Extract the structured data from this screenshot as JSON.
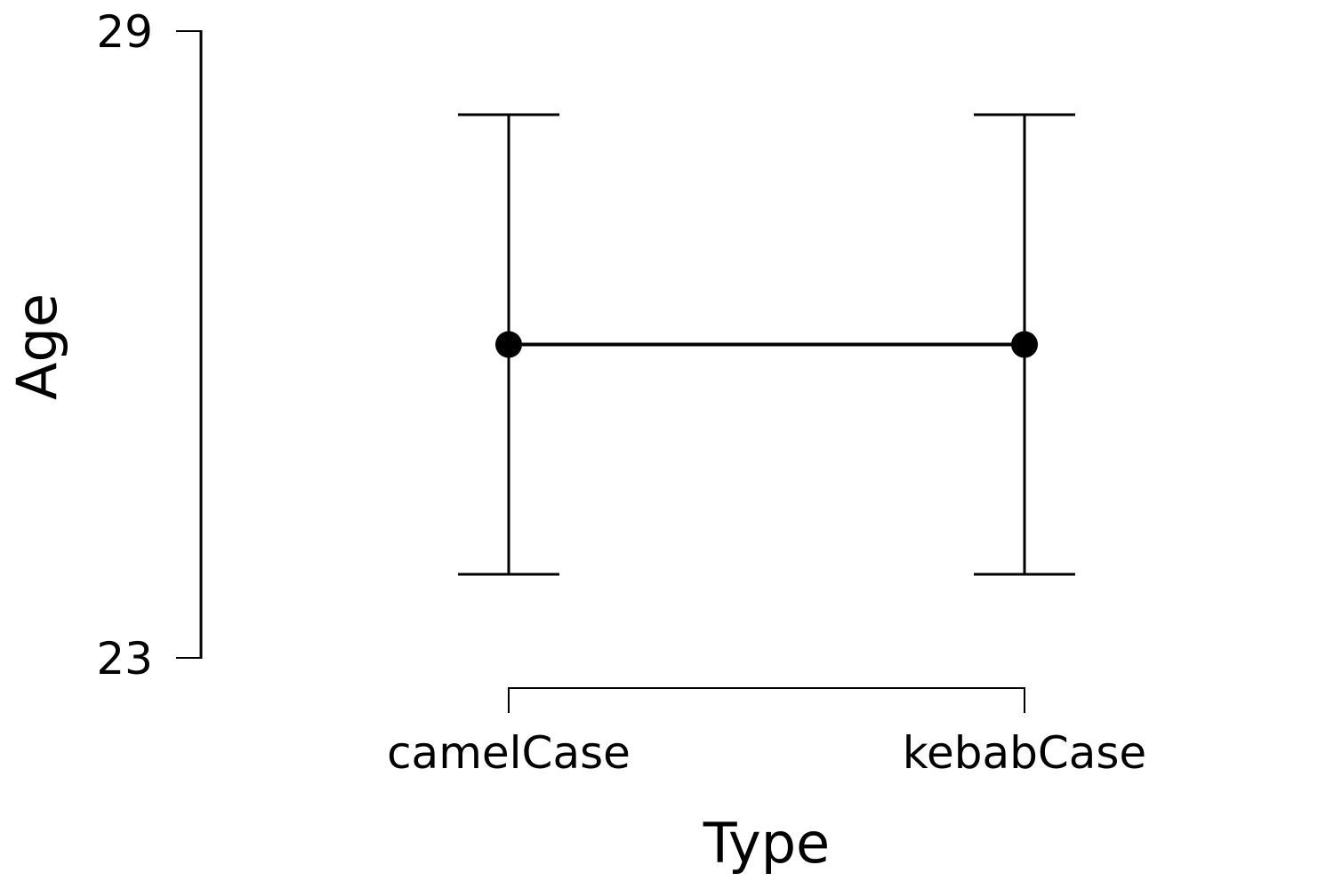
{
  "chart_data": {
    "type": "line",
    "xlabel": "Type",
    "ylabel": "Age",
    "categories": [
      "camelCase",
      "kebabCase"
    ],
    "series": [
      {
        "values": [
          26.0,
          26.0
        ],
        "error_lower": [
          23.8,
          23.8
        ],
        "error_upper": [
          28.2,
          28.2
        ]
      }
    ],
    "ylim": [
      23,
      29
    ],
    "yticks": [
      "23",
      "29"
    ],
    "grid": false,
    "legend": "none",
    "colors": {
      "line": "#000000",
      "marker": "#000000",
      "axis": "#000000",
      "background": "#ffffff"
    }
  }
}
